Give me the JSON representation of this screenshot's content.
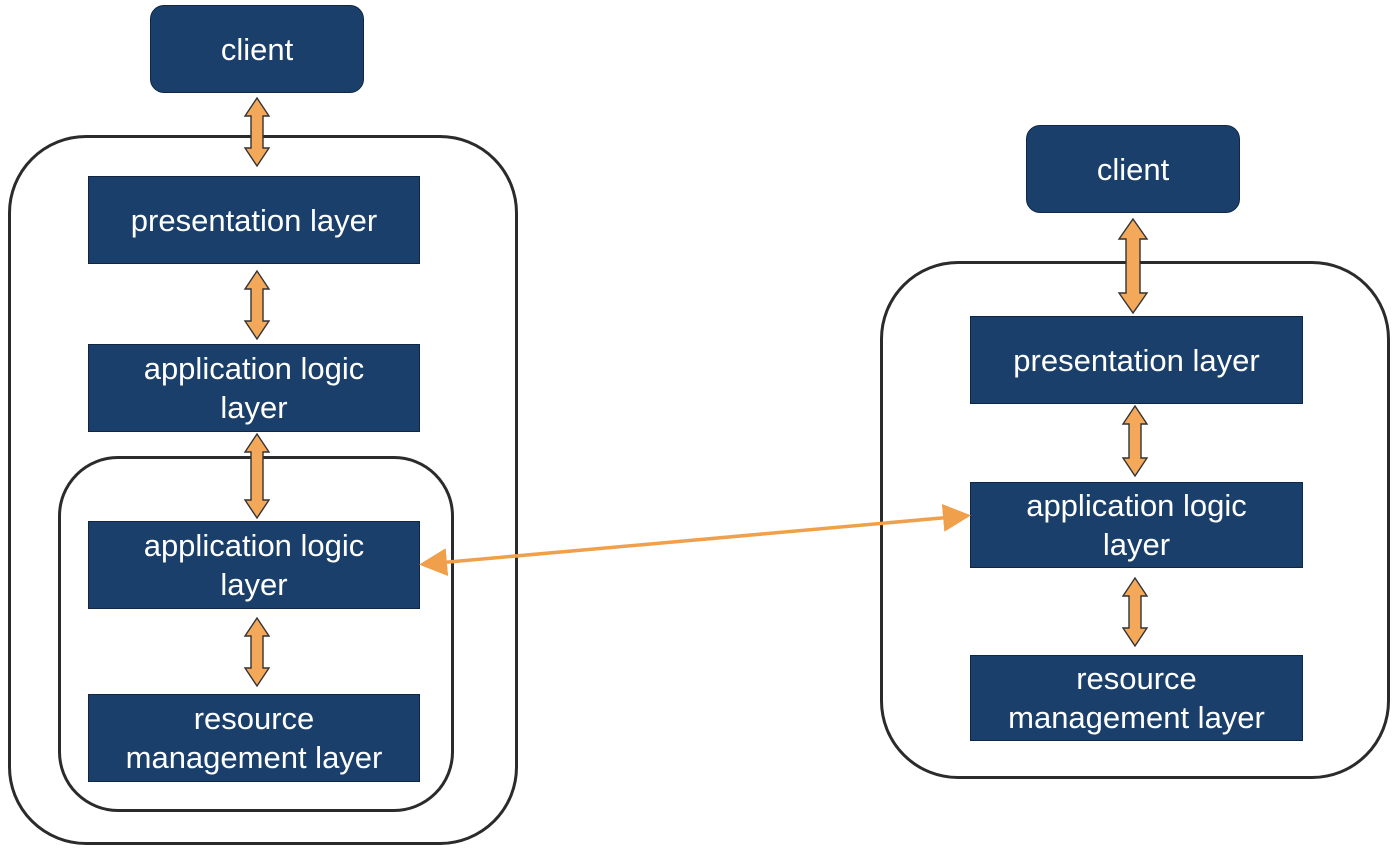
{
  "left": {
    "client": "client",
    "presentation": "presentation layer",
    "app_logic_outer": [
      "application logic",
      "layer"
    ],
    "app_logic_inner": [
      "application logic",
      "layer"
    ],
    "resource": [
      "resource",
      "management layer"
    ]
  },
  "right": {
    "client": "client",
    "presentation": "presentation layer",
    "app_logic": [
      "application logic",
      "layer"
    ],
    "resource": [
      "resource",
      "management layer"
    ]
  },
  "colors": {
    "box_fill": "#1b3f6b",
    "arrow_fill": "#f4a85a",
    "connector": "#f0a04b",
    "container_border": "#2b2b2b"
  }
}
